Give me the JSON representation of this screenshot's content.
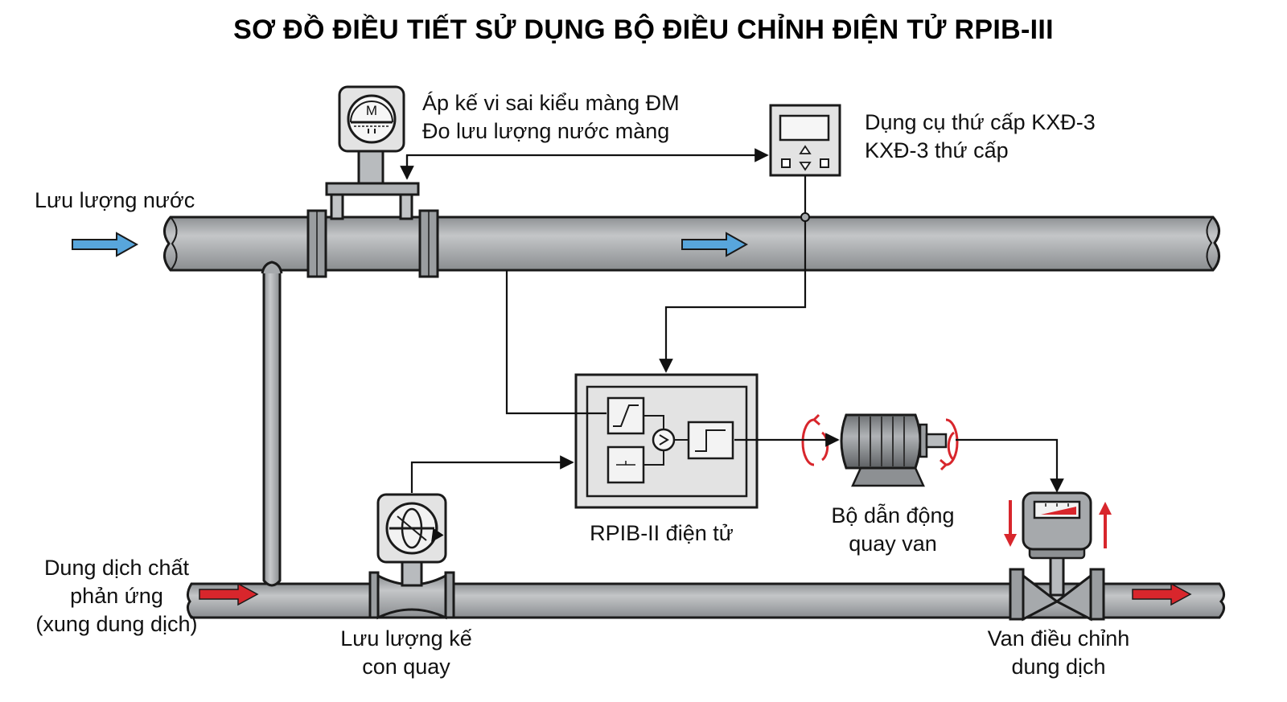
{
  "title": "SƠ ĐỒ ĐIỀU TIẾT SỬ DỤNG BỘ ĐIỀU CHỈNH ĐIỆN TỬ RPIB-III",
  "labels": {
    "diff_manometer": [
      "Áp kế vi sai kiểu màng ĐM",
      "Đo lưu lượng nước màng"
    ],
    "secondary_instrument": [
      "Dụng cụ thứ cấp KXĐ-3",
      "KXĐ-3 thứ cấp"
    ],
    "water_flow": "Lưu lượng nước",
    "reagent_solution": [
      "Dung dịch chất",
      "phản ứng",
      "(xung dung dịch)"
    ],
    "regulator": "RPIB-II điện tử",
    "valve_actuator": [
      "Bộ dẫn động",
      "quay van"
    ],
    "flowmeter": [
      "Lưu lượng kế",
      "con quay"
    ],
    "control_valve": [
      "Van điều chỉnh",
      "dung dịch"
    ]
  },
  "device_glyphs": {
    "manometer_letter": "M"
  },
  "colors": {
    "pipe_fill": "#a9acaf",
    "pipe_stroke": "#1a1a1a",
    "water_arrow": "#58a6dc",
    "solution_arrow": "#d8262c",
    "device_fill": "#e3e3e3",
    "signal_line": "#111111"
  }
}
